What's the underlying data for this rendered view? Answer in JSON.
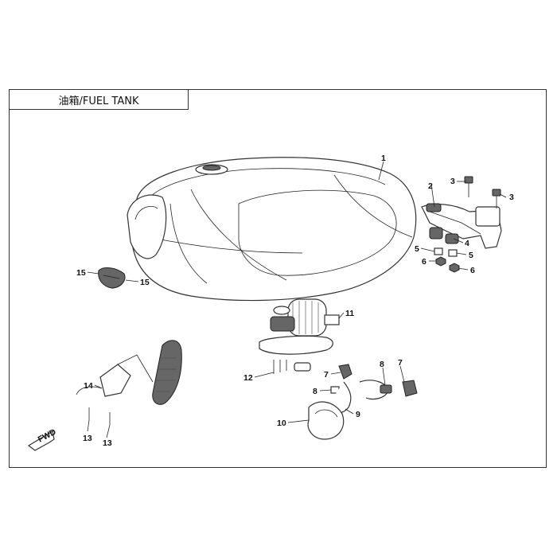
{
  "title": "油箱/FUEL TANK",
  "fwd_label": "FWD",
  "callouts": [
    "1",
    "2",
    "3",
    "3",
    "4",
    "5",
    "5",
    "6",
    "6",
    "7",
    "7",
    "8",
    "8",
    "9",
    "10",
    "11",
    "12",
    "13",
    "13",
    "14",
    "15",
    "15"
  ]
}
